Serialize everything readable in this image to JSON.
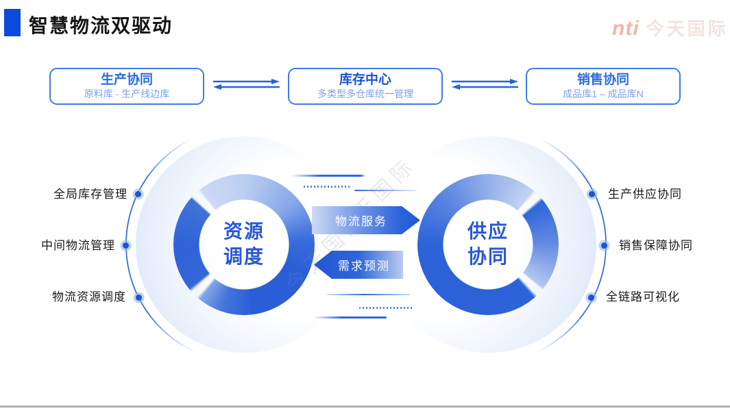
{
  "header": {
    "title": "智慧物流双驱动"
  },
  "logo": {
    "mark": "nti",
    "name": "今天国际"
  },
  "flow": {
    "boxes": [
      {
        "title": "生产协同",
        "subtitle": "原料库 - 生产线边库"
      },
      {
        "title": "库存中心",
        "subtitle": "多类型多仓库统一管理"
      },
      {
        "title": "销售协同",
        "subtitle": "成品库1 – 成品库N"
      }
    ]
  },
  "hubs": {
    "left": {
      "title_line1": "资源",
      "title_line2": "调度",
      "items": [
        "全局库存管理",
        "中间物流管理",
        "物流资源调度"
      ]
    },
    "right": {
      "title_line1": "供应",
      "title_line2": "协同",
      "items": [
        "生产供应协同",
        "销售保障协同",
        "全链路可视化"
      ]
    }
  },
  "exchange": {
    "to_right": "物流服务",
    "to_left": "需求预测"
  },
  "watermark": {
    "text": "今天国际"
  },
  "colors": {
    "accent": "#0b4bdb",
    "ring_deep": "#2c63d8",
    "ring_light": "#b9cdf0",
    "box_border": "#3f7ce8",
    "arrow_blue": "#2563d9"
  }
}
